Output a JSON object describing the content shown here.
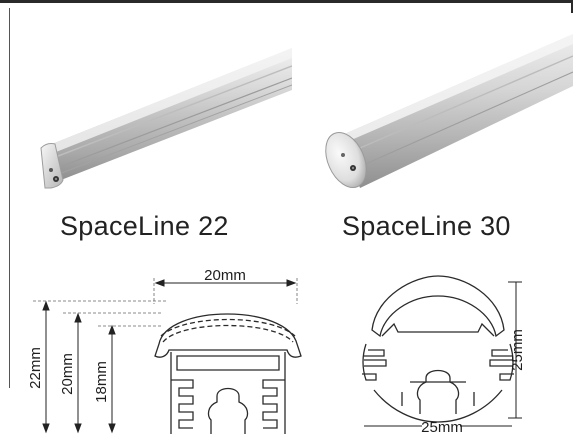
{
  "products": [
    {
      "name": "SpaceLine 22",
      "dimensions": {
        "width": "20mm",
        "total_height": "22mm",
        "diffuser_height": "20mm",
        "profile_height": "18mm"
      }
    },
    {
      "name": "SpaceLine 30",
      "dimensions": {
        "diameter_vertical": "25mm",
        "diameter_horizontal": "25mm"
      }
    }
  ]
}
